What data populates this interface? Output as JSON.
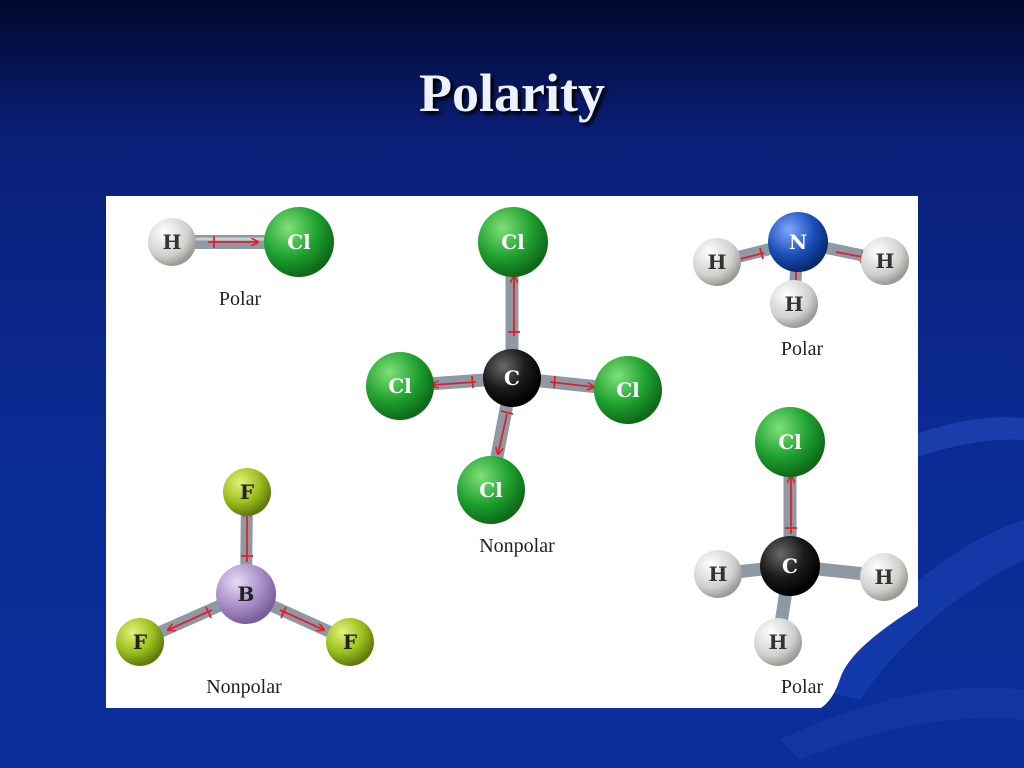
{
  "title": "Polarity",
  "colors": {
    "H": "#d9d9d6",
    "Cl": "#1fa02f",
    "C": "#1b1b1b",
    "N": "#1a4fb8",
    "F": "#9cbf1e",
    "B": "#a98ec6",
    "dipole_arrow": "#e0202a",
    "bond": "#8e99a3"
  },
  "molecules": [
    {
      "name": "HCl",
      "caption": "Polar",
      "atoms": [
        {
          "label": "H",
          "element": "H"
        },
        {
          "label": "Cl",
          "element": "Cl"
        }
      ]
    },
    {
      "name": "CCl4",
      "caption": "Nonpolar",
      "atoms": [
        {
          "label": "C",
          "element": "C"
        },
        {
          "label": "Cl",
          "element": "Cl"
        },
        {
          "label": "Cl",
          "element": "Cl"
        },
        {
          "label": "Cl",
          "element": "Cl"
        },
        {
          "label": "Cl",
          "element": "Cl"
        }
      ]
    },
    {
      "name": "NH3",
      "caption": "Polar",
      "atoms": [
        {
          "label": "N",
          "element": "N"
        },
        {
          "label": "H",
          "element": "H"
        },
        {
          "label": "H",
          "element": "H"
        },
        {
          "label": "H",
          "element": "H"
        }
      ]
    },
    {
      "name": "BF3",
      "caption": "Nonpolar",
      "atoms": [
        {
          "label": "B",
          "element": "B"
        },
        {
          "label": "F",
          "element": "F"
        },
        {
          "label": "F",
          "element": "F"
        },
        {
          "label": "F",
          "element": "F"
        }
      ]
    },
    {
      "name": "CH3Cl",
      "caption": "Polar",
      "atoms": [
        {
          "label": "C",
          "element": "C"
        },
        {
          "label": "Cl",
          "element": "Cl"
        },
        {
          "label": "H",
          "element": "H"
        },
        {
          "label": "H",
          "element": "H"
        },
        {
          "label": "H",
          "element": "H"
        }
      ]
    }
  ]
}
